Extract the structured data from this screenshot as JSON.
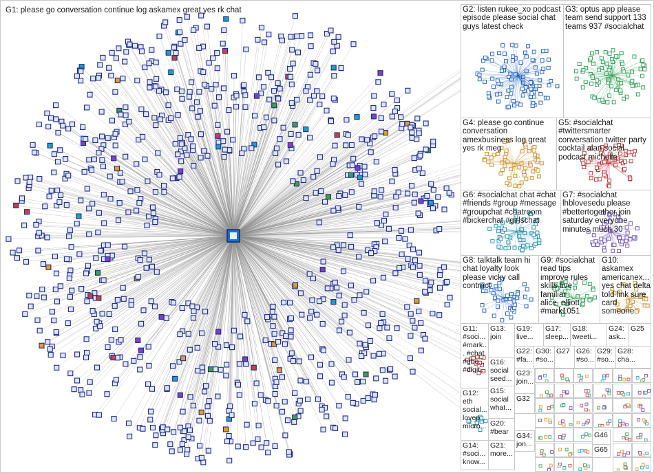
{
  "graph": {
    "center_hub_icon": "twitter-hub-icon",
    "colors": {
      "edge": "#8c8c8c",
      "node_border": "#1c2a8a",
      "node_fill": "#dfe6ff",
      "box_border": "#c8c8c8"
    },
    "groups": [
      {
        "id": "g1",
        "label": "G1: please go conversation continue log askamex great yes rk chat"
      },
      {
        "id": "g2",
        "label": "G2: listen rukee_xo podcast episode please social chat guys latest check"
      },
      {
        "id": "g3",
        "label": "G3: optus app please team send support 133 teams 937 #socialchat"
      },
      {
        "id": "g4",
        "label": "G4: please go continue conversation amexbusiness log great yes rk meg"
      },
      {
        "id": "g5",
        "label": "G5: #socialchat #twittersmarter conversation twitter party cocktail alan social podcast michelle"
      },
      {
        "id": "g6",
        "label": "G6: #socialchat chat #chat #friends #group #message #groupchat #chatroom #bickerchat #girlschat"
      },
      {
        "id": "g7",
        "label": "G7: #socialchat lhblovesedu please #bettertogether join saturday everyone minutes much 30"
      },
      {
        "id": "g8",
        "label": "G8: talktalk team hi chat loyalty look please vicky call contract"
      },
      {
        "id": "g9",
        "label": "G9: #socialchat read tips improve rules skills five familiar alice_elliott #mark1051"
      },
      {
        "id": "g10",
        "label": "G10: askamex americanex... yes chat delta told link sure card someone"
      },
      {
        "id": "g11",
        "label": "G11: #soci... #mark... #chat #gbe... #digit..."
      },
      {
        "id": "g13",
        "label": "G13: join"
      },
      {
        "id": "g19",
        "label": "G19: live..."
      },
      {
        "id": "g17",
        "label": "G17: sleep..."
      },
      {
        "id": "g18",
        "label": "G18: tweeti..."
      },
      {
        "id": "g24",
        "label": "G24: ask..."
      },
      {
        "id": "g25",
        "label": "G25"
      },
      {
        "id": "g22",
        "label": "G22: #fa..."
      },
      {
        "id": "g30",
        "label": "G30: #so..."
      },
      {
        "id": "g27",
        "label": "G27"
      },
      {
        "id": "g26",
        "label": "G26: #so..."
      },
      {
        "id": "g29",
        "label": "G29: #so..."
      },
      {
        "id": "g28",
        "label": "G28: cha..."
      },
      {
        "id": "g16",
        "label": "G16: social seed..."
      },
      {
        "id": "g23",
        "label": "G23: join..."
      },
      {
        "id": "g12",
        "label": "G12: eth social... lovep... micro..."
      },
      {
        "id": "g15",
        "label": "G15: social what..."
      },
      {
        "id": "g20",
        "label": "G20: #bear"
      },
      {
        "id": "g14",
        "label": "G14: #soci... know..."
      },
      {
        "id": "g21",
        "label": "G21: more..."
      },
      {
        "id": "g32",
        "label": "G32"
      },
      {
        "id": "g34",
        "label": "G34: jon..."
      },
      {
        "id": "g46",
        "label": "G46"
      },
      {
        "id": "g65",
        "label": "G65"
      }
    ]
  }
}
